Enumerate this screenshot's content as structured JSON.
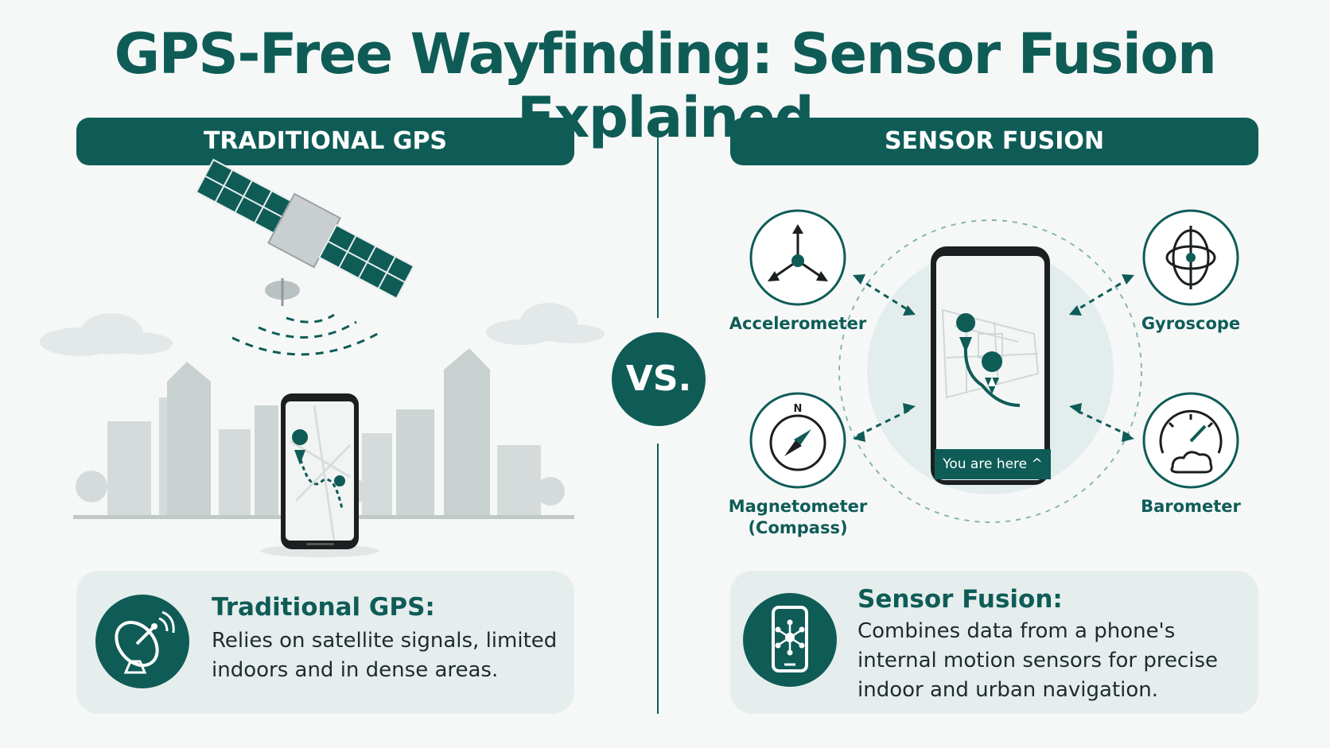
{
  "title": "GPS-Free Wayfinding: Sensor Fusion Explained",
  "left_panel": {
    "header": "TRADITIONAL GPS",
    "card_title": "Traditional GPS:",
    "card_text": "Relies on satellite signals, limited indoors and in dense areas."
  },
  "vs_label": "VS.",
  "right_panel": {
    "header": "SENSOR FUSION",
    "phone_badge": "You are here ^",
    "sensors": {
      "accelerometer": "Accelerometer",
      "gyroscope": "Gyroscope",
      "magnetometer": "Magnetometer",
      "magnetometer_sub": "(Compass)",
      "barometer": "Barometer",
      "compass_n": "N"
    },
    "card_title": "Sensor Fusion:",
    "card_text": "Combines data from a phone's internal motion sensors for precise indoor and urban navigation."
  },
  "colors": {
    "primary": "#0f5c57",
    "card_bg": "#e6eeed",
    "background": "#f6f8f8"
  }
}
